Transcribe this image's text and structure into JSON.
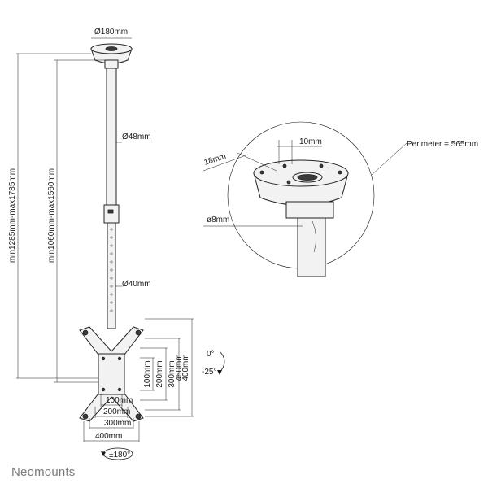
{
  "dimensions": {
    "plate_diameter": "Ø180mm",
    "tube_upper_diameter": "Ø48mm",
    "tube_lower_diameter": "Ø40mm",
    "total_height": "min1285mm-max1785mm",
    "pole_height": "min1060mm-max1560mm",
    "perimeter": "Perimeter = 565mm",
    "slot_width": "10mm",
    "slot_length": "18mm",
    "hole_diameter": "ø8mm",
    "vesa_vertical": [
      "100mm",
      "200mm",
      "300mm",
      "400mm",
      "450mm"
    ],
    "vesa_horizontal": [
      "100mm",
      "200mm",
      "300mm",
      "400mm"
    ]
  },
  "tilt": {
    "up": "0°",
    "down": "-25°"
  },
  "rotation": "±180°",
  "brand": "Neomounts"
}
